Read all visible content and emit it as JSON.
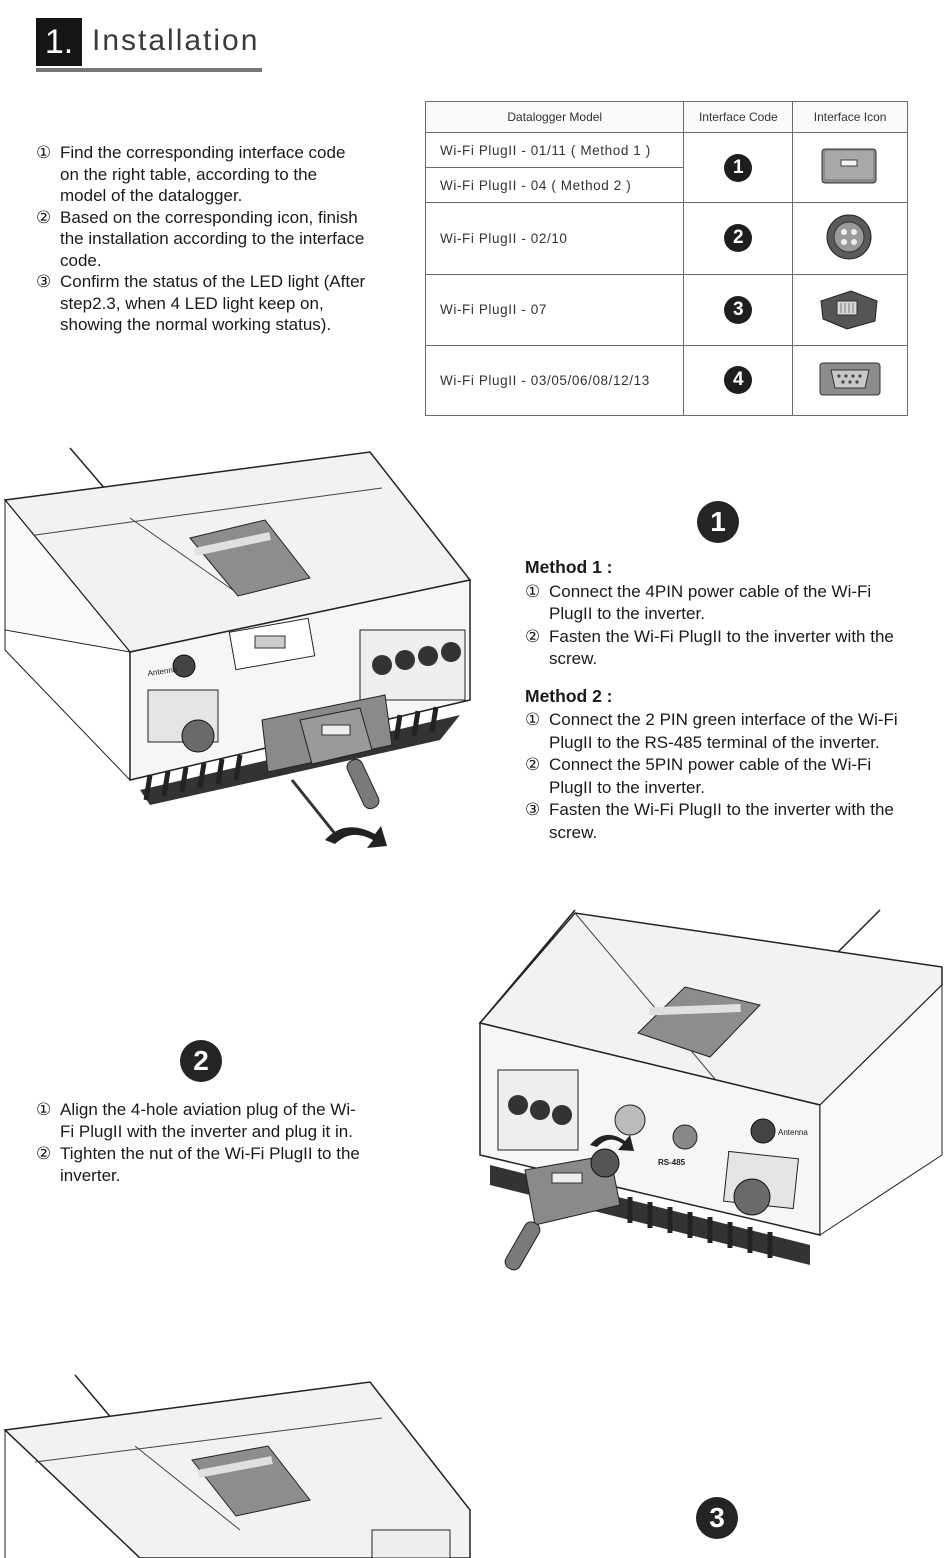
{
  "header": {
    "number": "1.",
    "title": "Installation"
  },
  "intro_steps": [
    {
      "num": "①",
      "text": "Find the corresponding interface code on the right table, according to the model of the datalogger."
    },
    {
      "num": "②",
      "text": "Based on the corresponding icon, finish the installation according to the interface code."
    },
    {
      "num": "③",
      "text": "Confirm the status of the LED light (After step2.3, when 4 LED light keep on, showing the normal working status)."
    }
  ],
  "table": {
    "headers": [
      "Datalogger Model",
      "Interface Code",
      "Interface Icon"
    ],
    "rows": [
      {
        "model": "Wi-Fi PlugII - 01/11 ( Method 1 )"
      },
      {
        "model": "Wi-Fi PlugII - 04 ( Method 2 )"
      },
      {
        "model": "Wi-Fi PlugII - 02/10"
      },
      {
        "model": "Wi-Fi PlugII - 07"
      },
      {
        "model": "Wi-Fi PlugII - 03/05/06/08/12/13"
      }
    ],
    "codes": [
      "1",
      "2",
      "3",
      "4"
    ],
    "icons": [
      "flat-module-icon",
      "aviation-plug-icon",
      "rj45-plug-icon",
      "db9-connector-icon"
    ]
  },
  "section1": {
    "marker": "1",
    "method1": {
      "title": "Method 1 :",
      "steps": [
        {
          "num": "①",
          "text": "Connect the 4PIN power cable of the Wi-Fi PlugII to the inverter."
        },
        {
          "num": "②",
          "text": "Fasten the Wi-Fi PlugII to the inverter with the screw."
        }
      ]
    },
    "method2": {
      "title": "Method 2 :",
      "steps": [
        {
          "num": "①",
          "text": "Connect the 2 PIN green interface of the Wi-Fi PlugII to the RS-485 terminal of the inverter."
        },
        {
          "num": "②",
          "text": "Connect the 5PIN power cable of the Wi-Fi PlugII to the inverter."
        },
        {
          "num": "③",
          "text": "Fasten the Wi-Fi PlugII to the inverter with the screw."
        }
      ]
    }
  },
  "section2": {
    "marker": "2",
    "steps": [
      {
        "num": "①",
        "text": "Align the 4-hole aviation plug of the Wi-Fi PlugII with the inverter and plug it in."
      },
      {
        "num": "②",
        "text": "Tighten the nut of the Wi-Fi PlugII to the inverter."
      }
    ]
  },
  "section3": {
    "marker": "3"
  },
  "illustration_labels": {
    "antenna": "Antenna",
    "rs485": "RS-485"
  }
}
